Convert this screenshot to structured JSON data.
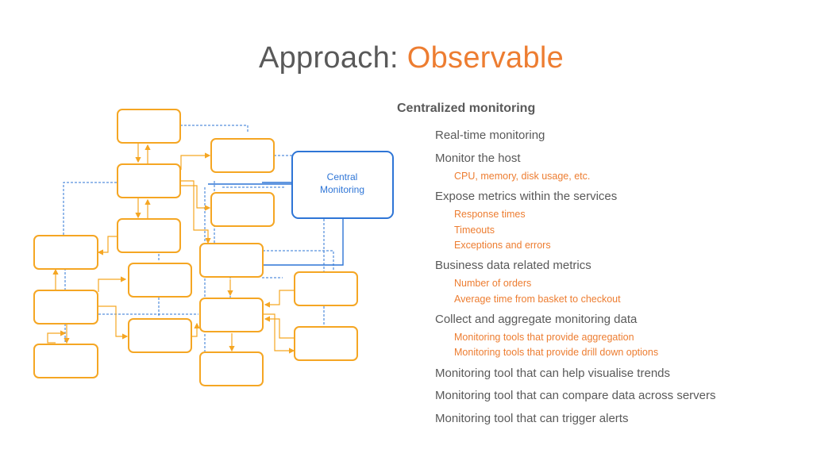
{
  "slide": {
    "title_prefix": "Approach: ",
    "title_accent": "Observable",
    "accent_color": "#ED7D31",
    "text_color": "#595959",
    "box_color": "#F5A623",
    "central_color": "#2E75D6"
  },
  "diagram": {
    "central_label_line1": "Central",
    "central_label_line2": "Monitoring"
  },
  "list": {
    "heading": "Centralized monitoring",
    "items": [
      {
        "text": "Real-time monitoring",
        "subitems": []
      },
      {
        "text": "Monitor the host",
        "subitems": [
          "CPU, memory, disk usage, etc."
        ]
      },
      {
        "text": "Expose metrics within the services",
        "subitems": [
          "Response times",
          "Timeouts",
          "Exceptions and errors"
        ]
      },
      {
        "text": "Business data related metrics",
        "subitems": [
          "Number of orders",
          "Average time from basket to checkout"
        ]
      },
      {
        "text": "Collect and aggregate monitoring data",
        "subitems": [
          "Monitoring tools that provide aggregation",
          "Monitoring tools that provide drill down options"
        ]
      },
      {
        "text": "Monitoring tool that can help visualise trends",
        "subitems": []
      },
      {
        "text": "Monitoring tool that can compare data across servers",
        "subitems": []
      },
      {
        "text": "Monitoring tool that can trigger alerts",
        "subitems": []
      }
    ]
  }
}
